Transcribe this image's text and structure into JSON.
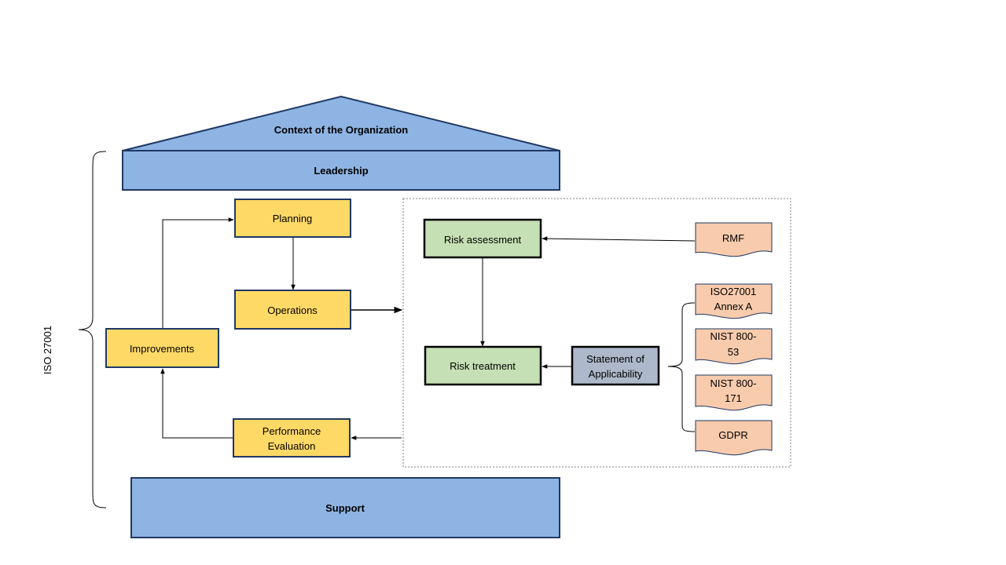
{
  "colors": {
    "blue_fill": "#8eb4e3",
    "blue_stroke": "#1f3864",
    "yellow_fill": "#ffd966",
    "green_fill": "#c5e0b4",
    "grey_fill": "#adb9ca",
    "peach_fill": "#f8cbad",
    "peach_stroke": "#1f3864"
  },
  "house": {
    "roof_label": "Context of the Organization",
    "leadership_label": "Leadership",
    "support_label": "Support"
  },
  "side_label": "ISO 27001",
  "cycle": {
    "planning": "Planning",
    "operations": "Operations",
    "improvements": "Improvements",
    "performance_line1": "Performance",
    "performance_line2": "Evaluation"
  },
  "risk": {
    "assessment": "Risk assessment",
    "treatment": "Risk treatment",
    "soa_line1": "Statement  of",
    "soa_line2": "Applicability"
  },
  "documents": {
    "rmf": "RMF",
    "iso_line1": "ISO27001",
    "iso_line2": "Annex A",
    "nist53_line1": "NIST 800-",
    "nist53_line2": "53",
    "nist171_line1": "NIST 800-",
    "nist171_line2": "171",
    "gdpr": "GDPR"
  }
}
